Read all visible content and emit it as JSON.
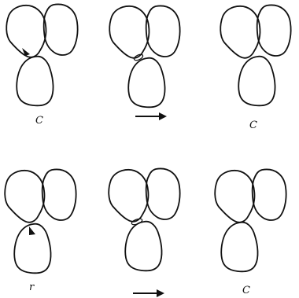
{
  "panel_labels": {
    "top_left": "C",
    "top_right": "C",
    "bottom_left": "r",
    "bottom_right": "C"
  }
}
